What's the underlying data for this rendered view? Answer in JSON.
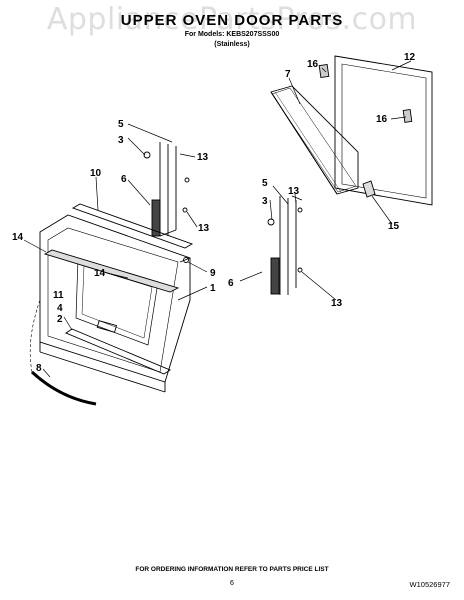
{
  "watermark": "AppliancePartsPros.com",
  "title": "UPPER OVEN DOOR PARTS",
  "model_line": "For Models: KEBS207SSS00",
  "finish_line": "(Stainless)",
  "footer": "FOR ORDERING INFORMATION REFER TO PARTS PRICE LIST",
  "page_number": "6",
  "doc_id": "W10526977",
  "callouts": [
    "1",
    "2",
    "3",
    "4",
    "5",
    "6",
    "7",
    "8",
    "9",
    "10",
    "11",
    "12",
    "13",
    "14",
    "15",
    "16"
  ]
}
